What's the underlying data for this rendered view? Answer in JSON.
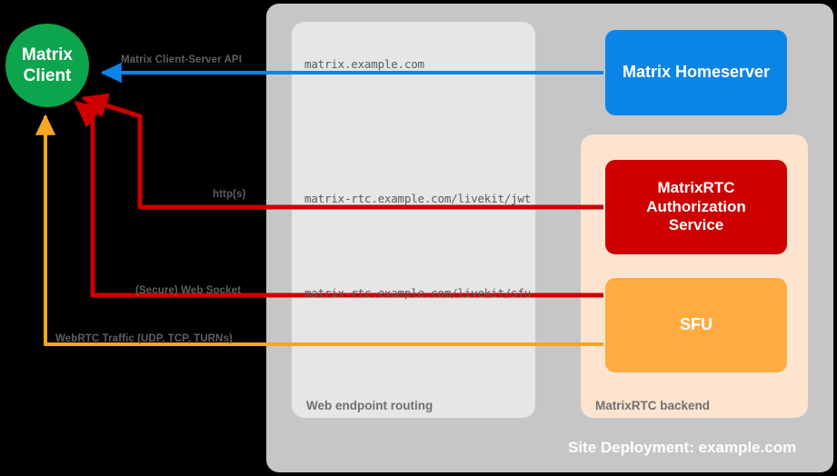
{
  "diagram": {
    "title": "Site Deployment: example.com",
    "background": "#000000",
    "site_panel_color": "#c6c6c6",
    "routing_panel_color": "#e6e6e6",
    "backend_panel_color": "#fce4cf"
  },
  "nodes": {
    "client": {
      "label": "Matrix\nClient",
      "line1": "Matrix",
      "line2": "Client",
      "shape": "circle",
      "color": "#0da44e"
    },
    "homeserver": {
      "label": "Matrix Homeserver",
      "shape": "rounded-rect",
      "color": "#0b84e8"
    },
    "auth_service": {
      "label": "MatrixRTC\nAuthorization\nService",
      "line1": "MatrixRTC",
      "line2": "Authorization",
      "line3": "Service",
      "shape": "rounded-rect",
      "color": "#cc0000"
    },
    "sfu": {
      "label": "SFU",
      "shape": "rounded-rect",
      "color": "#ffab40"
    }
  },
  "groups": {
    "web_endpoint_routing": {
      "caption": "Web endpoint routing"
    },
    "matrixrtc_backend": {
      "caption": "MatrixRTC backend"
    },
    "site_deployment": {
      "caption": "Site Deployment: example.com"
    }
  },
  "edges": [
    {
      "id": "cs-api",
      "protocol_label": "Matrix Client-Server API",
      "endpoint_label": "matrix.example.com",
      "color": "#0b84e8",
      "from": "homeserver",
      "to": "client"
    },
    {
      "id": "jwt",
      "protocol_label": "http(s)",
      "endpoint_label": "matrix-rtc.example.com/livekit/jwt",
      "color": "#cc0000",
      "from": "auth_service",
      "to": "client"
    },
    {
      "id": "websocket",
      "protocol_label": "(Secure) Web Socket",
      "endpoint_label": "matrix-rtc.example.com/livekit/sfu",
      "color": "#cc0000",
      "from": "sfu",
      "to": "client"
    },
    {
      "id": "webrtc",
      "protocol_label": "WebRTC Traffic (UDP, TCP, TURNs)",
      "endpoint_label": "",
      "color": "#f5a623",
      "from": "sfu",
      "to": "client"
    }
  ]
}
